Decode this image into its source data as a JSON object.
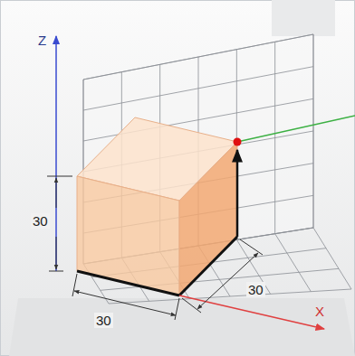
{
  "diagram": {
    "labels": [
      "Z",
      "30",
      "30",
      "30",
      "X"
    ]
  }
}
